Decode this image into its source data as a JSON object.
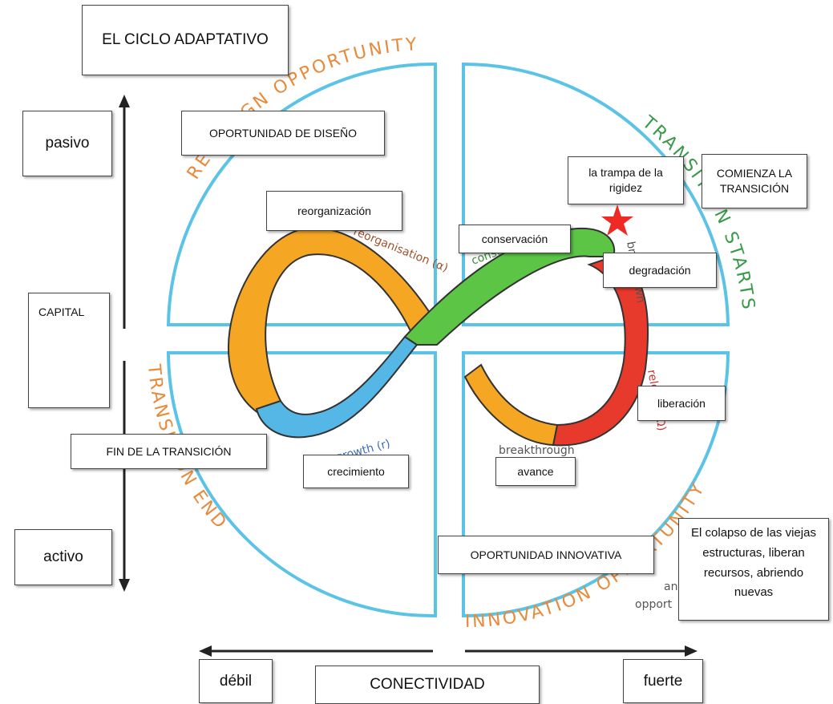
{
  "title": "EL CICLO ADAPTATIVO",
  "axis_y": {
    "top": "pasivo",
    "middle": "CAPITAL",
    "bottom": "activo"
  },
  "axis_x": {
    "left": "débil",
    "middle": "CONECTIVIDAD",
    "right": "fuerte"
  },
  "quadrant_labels": {
    "design": "OPORTUNIDAD DE DISEÑO",
    "start": "COMIENZA LA TRANSICIÓN",
    "end": "FIN DE LA TRANSICIÓN",
    "innovative": "OPORTUNIDAD INNOVATIVA"
  },
  "phases": {
    "reorganization": "reorganización",
    "conservation": "conservación",
    "degradation": "degradación",
    "release": "liberación",
    "growth": "crecimiento",
    "advance": "avance"
  },
  "rigidity_trap": "la trampa de la rigidez",
  "collapse_note": "El colapso de las viejas estructuras, liberan recursos, abriendo nuevas",
  "arc_texts": {
    "redesign": "REDESIGN OPPORTUNITY",
    "transition_starts": "TRANSITION STARTS",
    "transition_ends": "TRANSITION ENDS",
    "innovation": "INNOVATION OPPORTUNITY"
  },
  "underlay_texts": {
    "reorg": "reorganisation (α)",
    "cons": "conservation (K)",
    "breakdown": "breakdown",
    "release": "release (Ω)",
    "growth": "growth (r)",
    "breakthrough": "breakthrough",
    "opport": "opport",
    "an": "an"
  },
  "colors": {
    "ring": "#5bc3e6",
    "orange": "#f5a623",
    "green": "#5cc545",
    "red": "#e8392d",
    "blue": "#54b7e6",
    "arc_orange": "#e88a3a",
    "arc_green": "#3a9a4a",
    "arc_red": "#d33b32",
    "star": "#ee2a22"
  }
}
